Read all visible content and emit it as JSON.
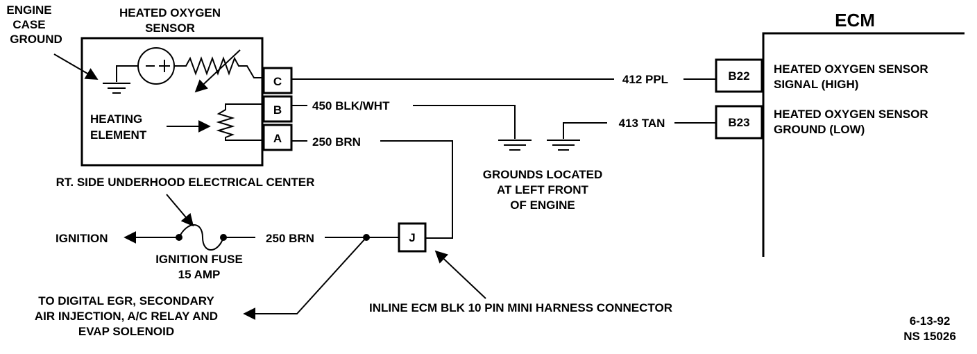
{
  "sensor": {
    "title_line1": "HEATED OXYGEN",
    "title_line2": "SENSOR",
    "heating_line1": "HEATING",
    "heating_line2": "ELEMENT",
    "pins": [
      "C",
      "B",
      "A"
    ]
  },
  "engine_ground": {
    "line1": "ENGINE",
    "line2": "CASE",
    "line3": "GROUND"
  },
  "wires": {
    "w412": "412 PPL",
    "w450": "450 BLK/WHT",
    "w250_top": "250 BRN",
    "w413": "413 TAN",
    "w250_bottom": "250 BRN"
  },
  "grounds_note": {
    "line1": "GROUNDS LOCATED",
    "line2": "AT LEFT FRONT",
    "line3": "OF ENGINE"
  },
  "ecm": {
    "title": "ECM",
    "pin_b22": "B22",
    "pin_b23": "B23",
    "b22_line1": "HEATED OXYGEN SENSOR",
    "b22_line2": "SIGNAL (HIGH)",
    "b23_line1": "HEATED OXYGEN SENSOR",
    "b23_line2": "GROUND (LOW)"
  },
  "elec_center": "RT. SIDE UNDERHOOD ELECTRICAL CENTER",
  "ignition": "IGNITION",
  "fuse": {
    "line1": "IGNITION FUSE",
    "line2": "15 AMP"
  },
  "connector_j": "J",
  "inline_connector": "INLINE ECM BLK 10 PIN MINI HARNESS CONNECTOR",
  "to_digital": {
    "line1": "TO DIGITAL EGR, SECONDARY",
    "line2": "AIR INJECTION, A/C RELAY AND",
    "line3": "EVAP SOLENOID"
  },
  "footer": {
    "date": "6-13-92",
    "code": "NS 15026"
  }
}
